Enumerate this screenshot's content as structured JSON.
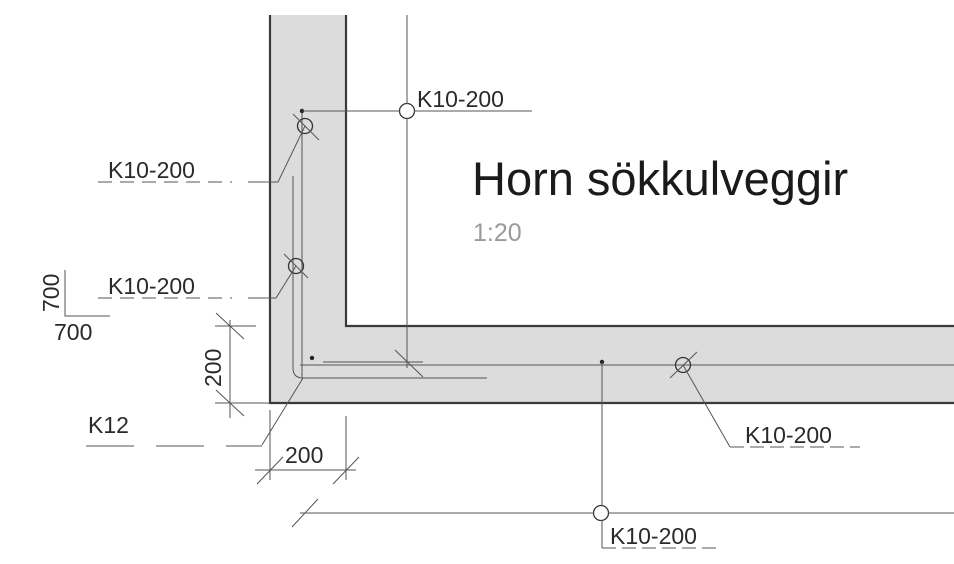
{
  "drawing": {
    "title": "Horn sökkulveggir",
    "scale": "1:20",
    "colors": {
      "concrete_fill": "#dcdcdc",
      "outline": "#3a3a3a",
      "line": "#555555",
      "title_text": "#1a1a1a",
      "scale_text": "#9a9a9a"
    },
    "labels": {
      "rebar_top": "K10-200",
      "rebar_left_upper": "K10-200",
      "rebar_left_lower": "K10-200",
      "rebar_corner": "K12",
      "rebar_bottom_right": "K10-200",
      "rebar_bottom": "K10-200"
    },
    "dimensions": {
      "vertical_spacing": "200",
      "horizontal_spacing": "200",
      "corner_vertical": "700",
      "corner_horizontal": "700"
    }
  }
}
